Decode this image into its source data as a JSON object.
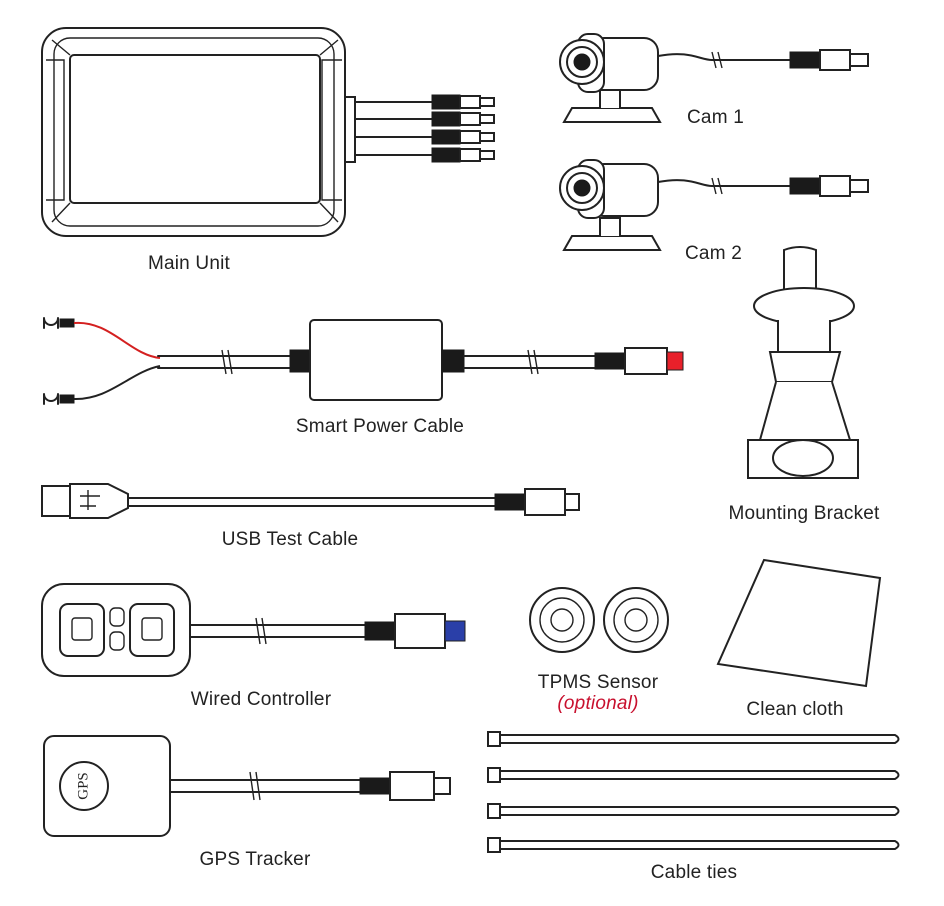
{
  "labels": {
    "main_unit": "Main Unit",
    "cam1": "Cam 1",
    "cam2": "Cam 2",
    "smart_power_cable": "Smart Power Cable",
    "usb_test_cable": "USB Test Cable",
    "mounting_bracket": "Mounting Bracket",
    "wired_controller": "Wired Controller",
    "tpms_sensor": "TPMS Sensor",
    "tpms_optional": "(optional)",
    "clean_cloth": "Clean cloth",
    "gps_tracker": "GPS Tracker",
    "cable_ties": "Cable ties",
    "gps_device_text": "GPS"
  },
  "colors": {
    "line": "#222222",
    "red_plug": "#e8202a",
    "blue_plug": "#2a3fa8",
    "red_wire": "#d42020",
    "optional_text": "#c8102e"
  },
  "icons": {
    "main_unit": "main-unit-device-icon",
    "cam": "bullet-camera-icon",
    "power": "power-cable-icon",
    "usb": "usb-cable-icon",
    "bracket": "mount-bracket-icon",
    "controller": "controller-icon",
    "tpms": "tpms-sensor-icon",
    "cloth": "cloth-icon",
    "gps": "gps-module-icon",
    "ties": "cable-tie-icon"
  }
}
